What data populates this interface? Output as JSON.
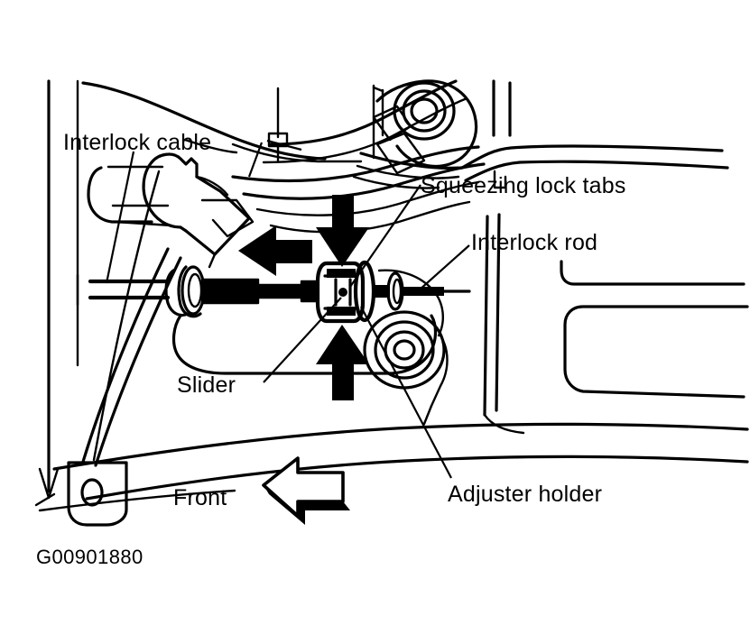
{
  "figure": {
    "type": "automotive-service-line-drawing",
    "title_caption": "G00901880",
    "description": "Interlock cable and rod adjuster assembly with squeezing lock tabs",
    "background_color": "#ffffff",
    "line_color": "#000000"
  },
  "labels": {
    "interlock_cable": "Interlock cable",
    "squeezing_lock_tabs": "Squeezing lock tabs",
    "interlock_rod": "Interlock rod",
    "slider": "Slider",
    "adjuster_holder": "Adjuster holder",
    "front": "Front"
  },
  "arrows": {
    "squeeze_down": "down-arrow",
    "squeeze_up": "up-arrow",
    "pull_left": "left-arrow",
    "front_direction": "front-direction-arrow"
  },
  "caption": {
    "figure_id": "G00901880"
  }
}
